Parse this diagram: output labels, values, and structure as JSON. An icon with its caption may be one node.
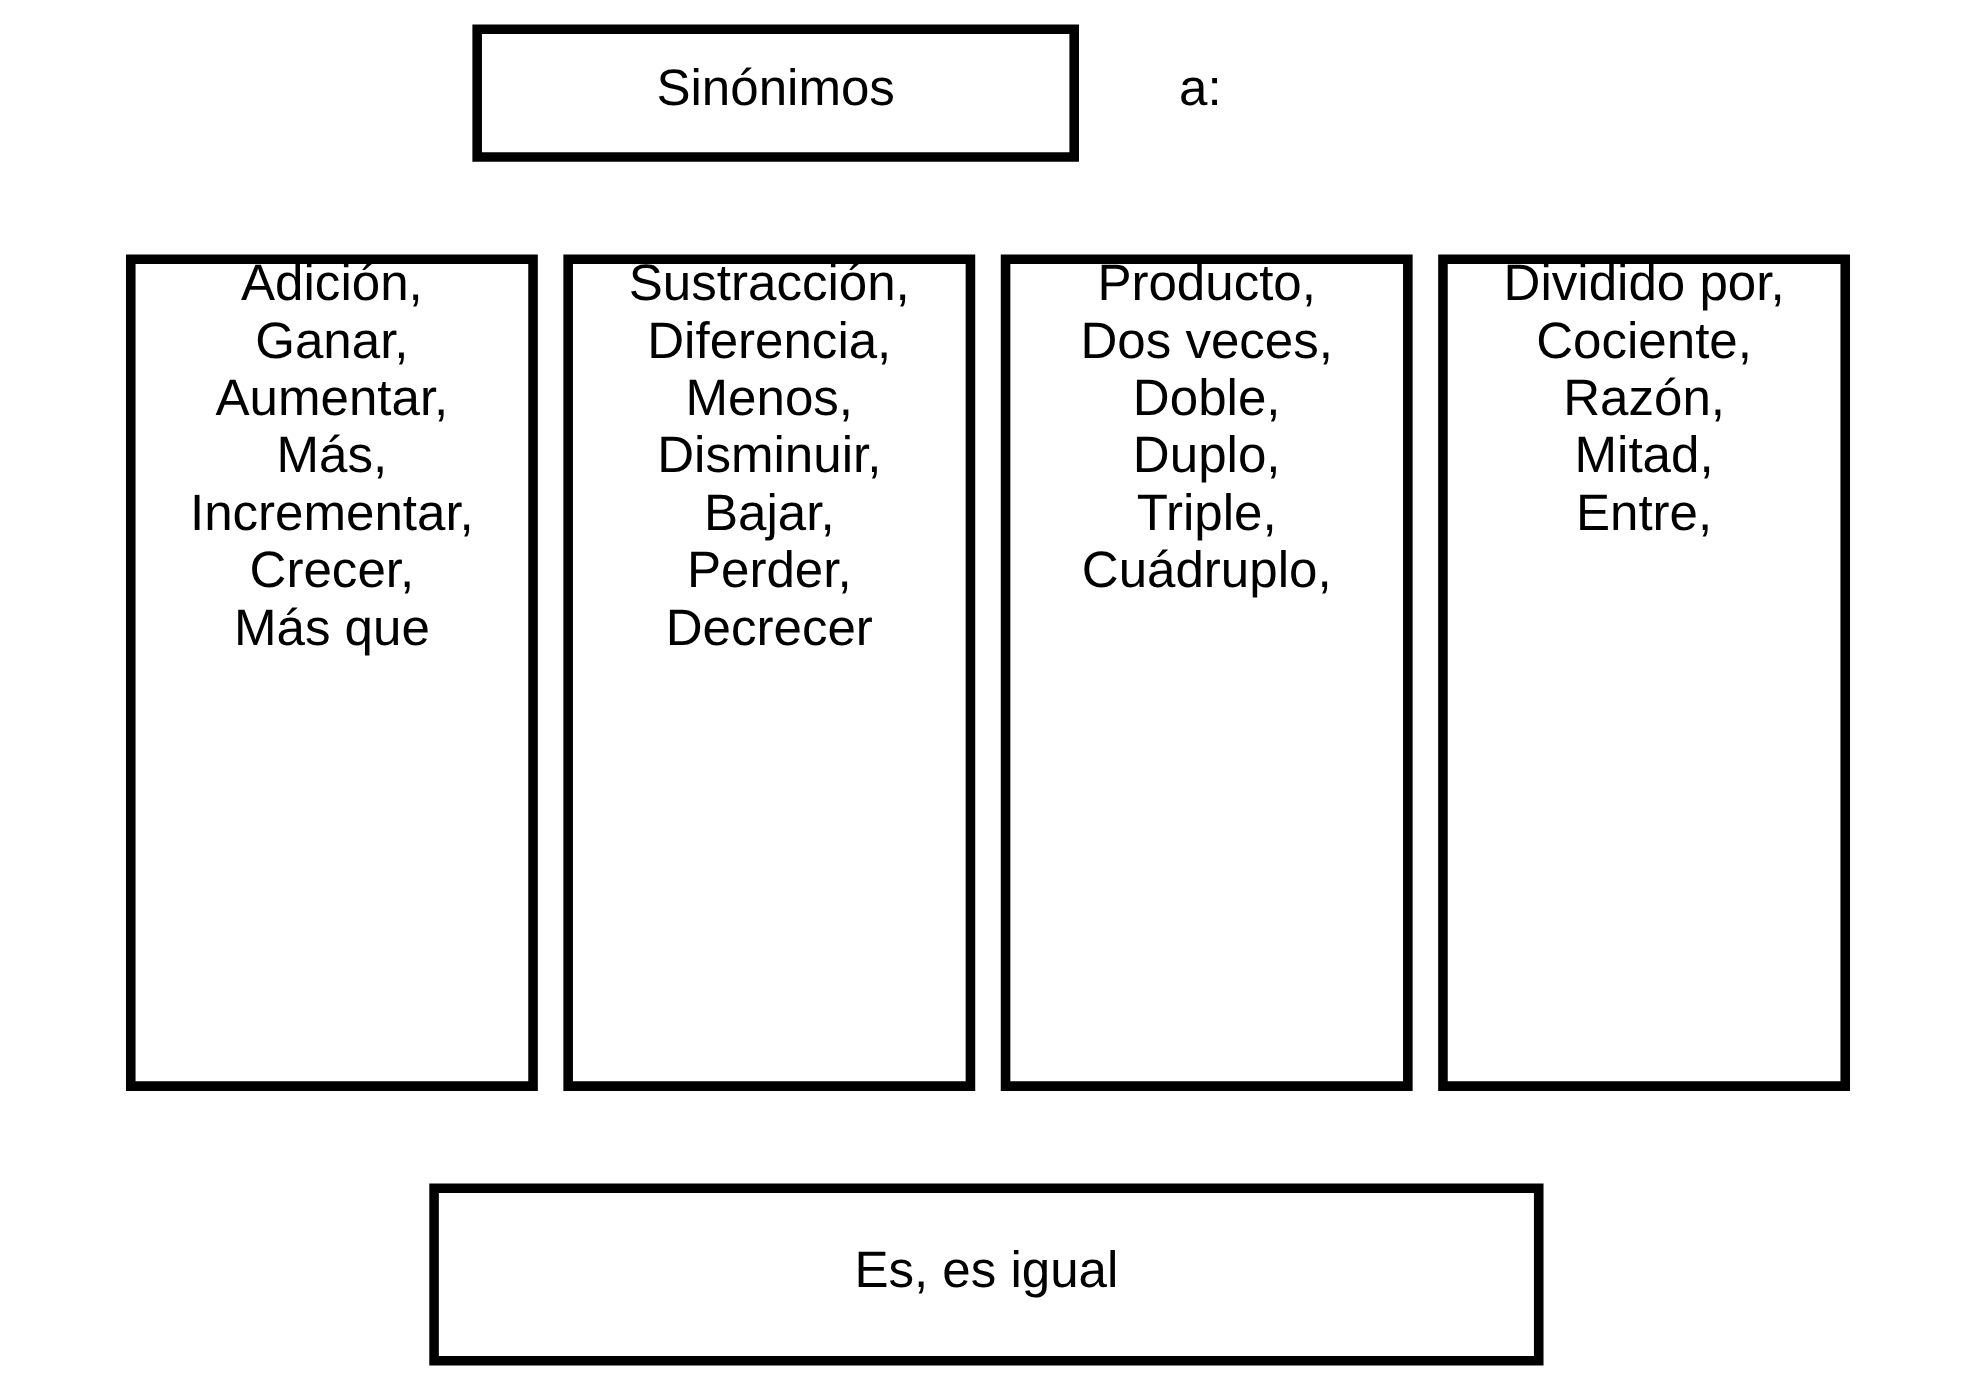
{
  "diagram": {
    "nodes": [
      {
        "text": [
          "Sinónimos"
        ]
      },
      {
        "text": [
          "Adición, Ganar, Aumentar, Más, Incrementar, Crecer, Más que"
        ]
      },
      {
        "text": [
          "Sustracción, Diferencia, Menos, Disminuir, Bajar, Perder, Decrecer"
        ]
      },
      {
        "text": [
          "Producto, Dos veces, Doble, Duplo, Triple, Cuádruplo,"
        ]
      },
      {
        "text": [
          "Dividido por, Cociente, Razón, Mitad, Entre,"
        ]
      },
      {
        "text": [
          "Es, es igual"
        ]
      }
    ],
    "labels": [
      "a:"
    ]
  }
}
